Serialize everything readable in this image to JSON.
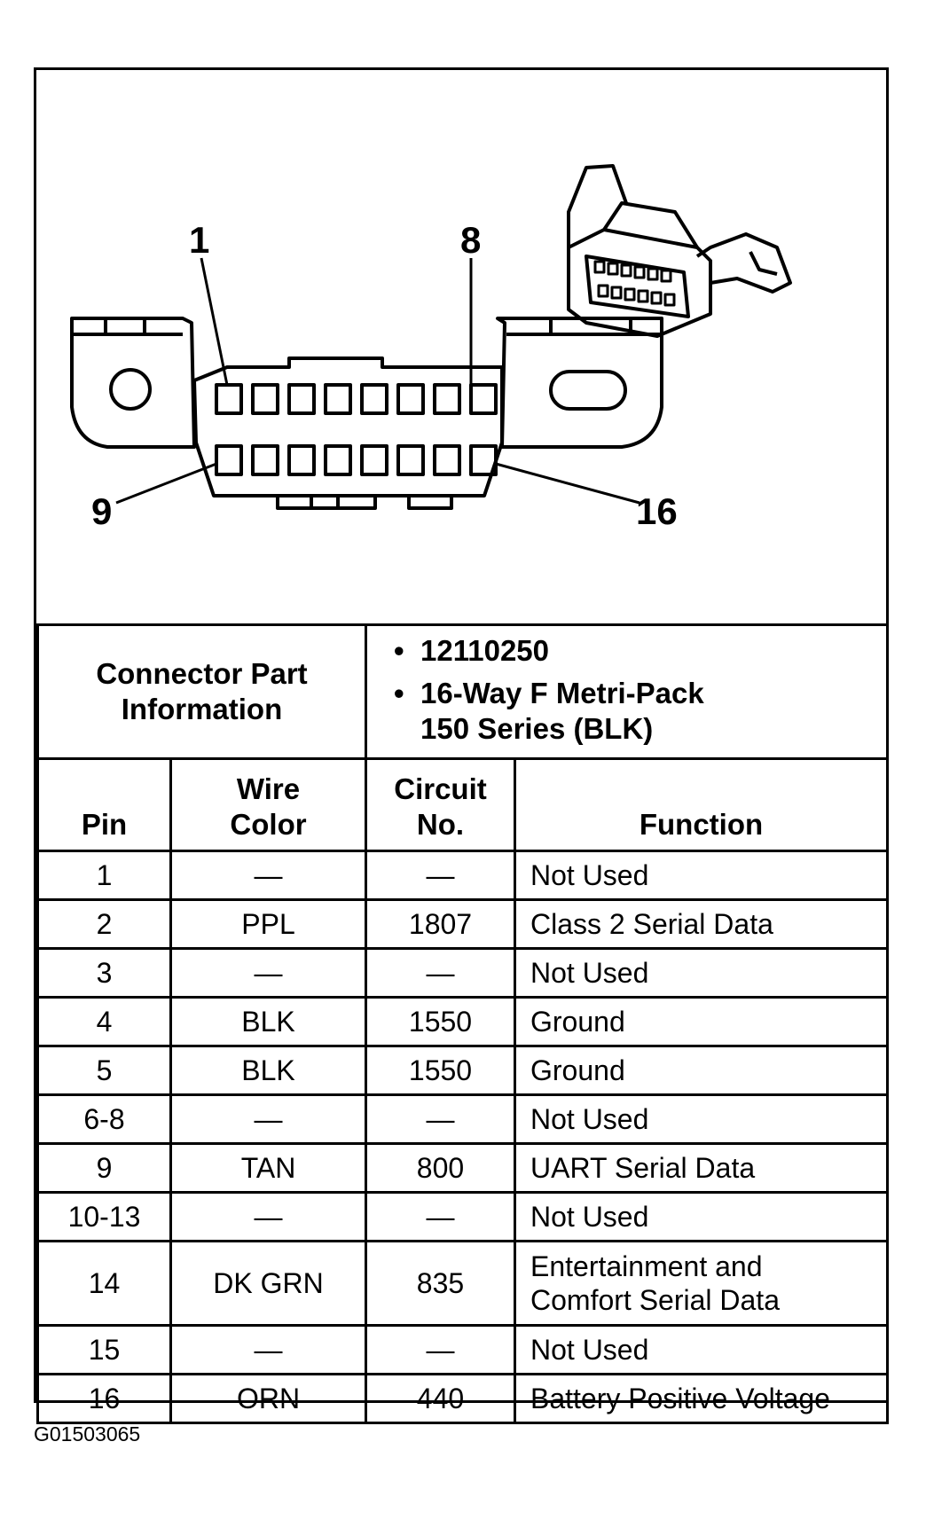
{
  "diagram": {
    "pin_labels": [
      "1",
      "8",
      "9",
      "16"
    ]
  },
  "part_info": {
    "label_line1": "Connector Part",
    "label_line2": "Information",
    "bullet": "•",
    "part_number": "12110250",
    "description_line1": "16-Way F Metri-Pack",
    "description_line2": "150 Series (BLK)"
  },
  "columns": {
    "pin": "Pin",
    "wire_color_line1": "Wire",
    "wire_color_line2": "Color",
    "circuit_line1": "Circuit",
    "circuit_line2": "No.",
    "function": "Function"
  },
  "rows": [
    {
      "pin": "1",
      "wire_color": "—",
      "circuit": "—",
      "function": "Not Used"
    },
    {
      "pin": "2",
      "wire_color": "PPL",
      "circuit": "1807",
      "function": "Class 2 Serial Data"
    },
    {
      "pin": "3",
      "wire_color": "—",
      "circuit": "—",
      "function": "Not Used"
    },
    {
      "pin": "4",
      "wire_color": "BLK",
      "circuit": "1550",
      "function": "Ground"
    },
    {
      "pin": "5",
      "wire_color": "BLK",
      "circuit": "1550",
      "function": "Ground"
    },
    {
      "pin": "6-8",
      "wire_color": "—",
      "circuit": "—",
      "function": "Not Used"
    },
    {
      "pin": "9",
      "wire_color": "TAN",
      "circuit": "800",
      "function": "UART Serial Data"
    },
    {
      "pin": "10-13",
      "wire_color": "—",
      "circuit": "—",
      "function": "Not Used"
    },
    {
      "pin": "14",
      "wire_color": "DK GRN",
      "circuit": "835",
      "function_line1": "Entertainment and",
      "function_line2": "Comfort Serial Data"
    },
    {
      "pin": "15",
      "wire_color": "—",
      "circuit": "—",
      "function": "Not Used"
    },
    {
      "pin": "16",
      "wire_color": "ORN",
      "circuit": "440",
      "function": "Battery Positive Voltage"
    }
  ],
  "figure_id": "G01503065"
}
